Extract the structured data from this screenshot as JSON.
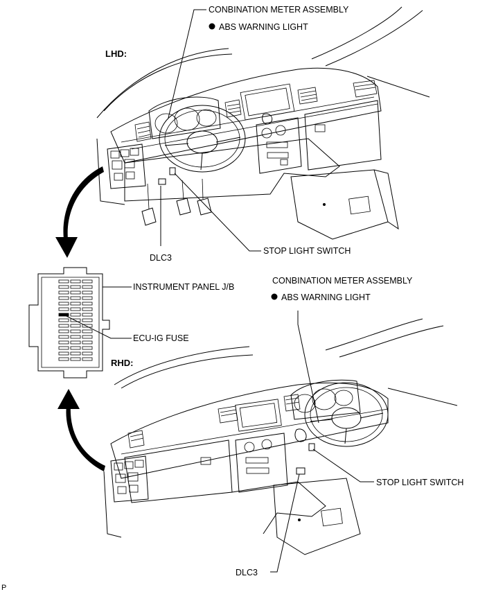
{
  "lhd": {
    "heading": "LHD:",
    "combination_meter": "CONBINATION METER ASSEMBLY",
    "abs_warning": "ABS WARNING LIGHT",
    "stop_light_switch": "STOP LIGHT SWITCH",
    "dlc3": "DLC3"
  },
  "junction_block": {
    "instrument_panel_jb": "INSTRUMENT PANEL J/B",
    "ecu_ig_fuse": "ECU-IG FUSE"
  },
  "rhd": {
    "heading": "RHD:",
    "combination_meter": "CONBINATION METER ASSEMBLY",
    "abs_warning": "ABS WARNING LIGHT",
    "stop_light_switch": "STOP LIGHT SWITCH",
    "dlc3": "DLC3"
  },
  "corner_mark": "P"
}
